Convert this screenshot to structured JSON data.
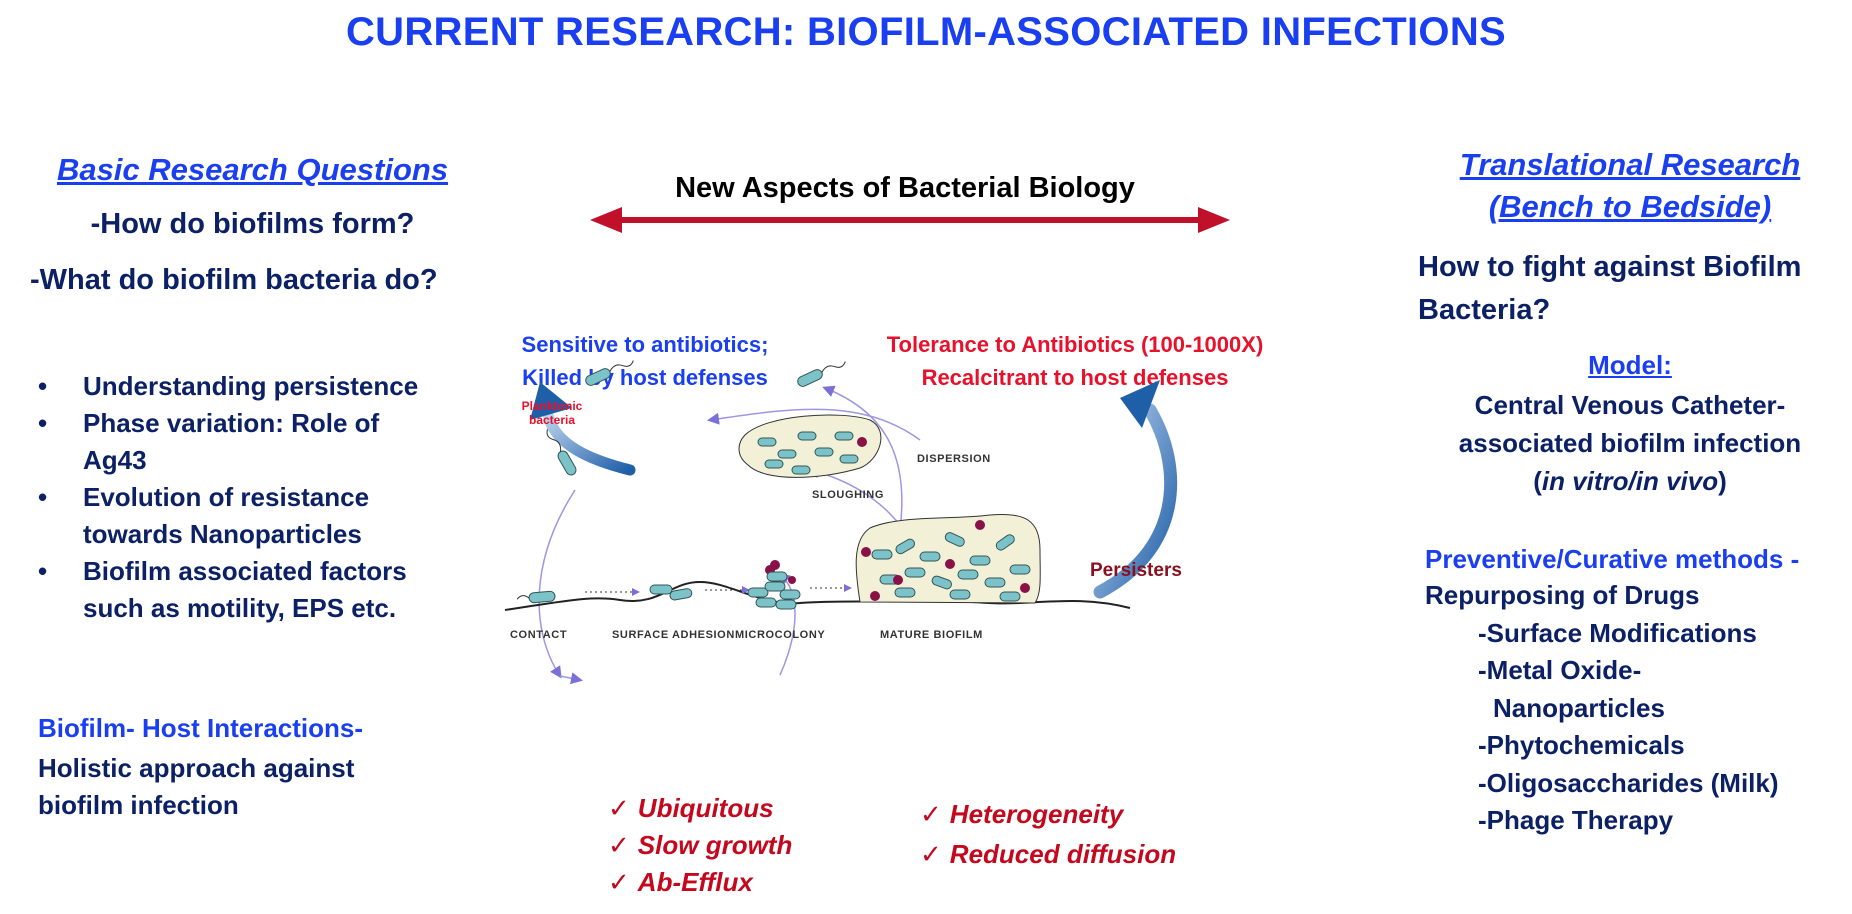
{
  "title": "CURRENT RESEARCH: BIOFILM-ASSOCIATED INFECTIONS",
  "left": {
    "heading": "Basic Research Questions",
    "questions": [
      "-How do biofilms form?",
      "-What do biofilm bacteria do?"
    ],
    "bullets": [
      [
        "Understanding persistence"
      ],
      [
        "Phase variation: Role of",
        "Ag43"
      ],
      [
        "Evolution of resistance",
        "towards Nanoparticles"
      ],
      [
        "Biofilm associated factors",
        "such as motility, EPS etc."
      ]
    ],
    "host_heading": "Biofilm- Host Interactions-",
    "host_lines": [
      "Holistic approach against",
      "biofilm infection"
    ]
  },
  "center": {
    "arrow_label": "New Aspects of Bacterial Biology",
    "sensitive_lines": [
      "Sensitive to antibiotics;",
      "Killed by host defenses"
    ],
    "tolerance_lines": [
      "Tolerance to Antibiotics (100-1000X)",
      "Recalcitrant to host defenses"
    ],
    "planktonic_lines": [
      "Planktonic",
      "bacteria"
    ],
    "dispersion": "Dispersion",
    "sloughing": "Sloughing",
    "persisters": "Persisters",
    "stages": [
      "Contact",
      "Surface Adhesion",
      "Microcolony",
      "Mature biofilm"
    ],
    "check_mark": "✓",
    "checks_left": [
      "Ubiquitous",
      "Slow growth",
      "Ab-Efflux"
    ],
    "checks_right": [
      "Heterogeneity",
      "Reduced diffusion"
    ]
  },
  "right": {
    "heading_lines": [
      "Translational Research",
      "(Bench to Bedside)"
    ],
    "fight_lines": [
      "How to fight against Biofilm",
      "Bacteria?"
    ],
    "model_label": "Model:",
    "model_lines": [
      "Central Venous Catheter-",
      "associated biofilm infection"
    ],
    "model_invivo": "in vitro/in vivo",
    "preventive": "Preventive/Curative methods",
    "preventive_dash": "-",
    "methods": [
      "Repurposing of Drugs",
      "-Surface Modifications",
      "-Metal Oxide-",
      "Nanoparticles",
      "-Phytochemicals",
      "-Oligosaccharides (Milk)",
      "-Phage Therapy"
    ]
  },
  "colors": {
    "title_blue": "#1a3ff0",
    "navy": "#0c2066",
    "red": "#e8102a",
    "dark_red": "#c4081e",
    "arrow_red": "#c0102a",
    "cell_teal": "#7cc3c9",
    "arrow_blue": "#1f5fa8"
  }
}
